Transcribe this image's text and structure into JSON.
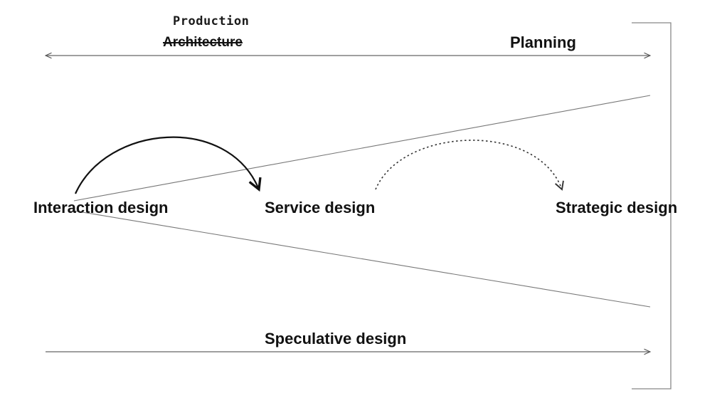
{
  "labels": {
    "production": "Production",
    "architecture": "Architecture",
    "planning": "Planning",
    "interaction_design": "Interaction design",
    "service_design": "Service design",
    "strategic_design": "Strategic design",
    "speculative_design": "Speculative design"
  },
  "colors": {
    "ink": "#111111",
    "thin_line": "#777777",
    "background": "#ffffff"
  }
}
